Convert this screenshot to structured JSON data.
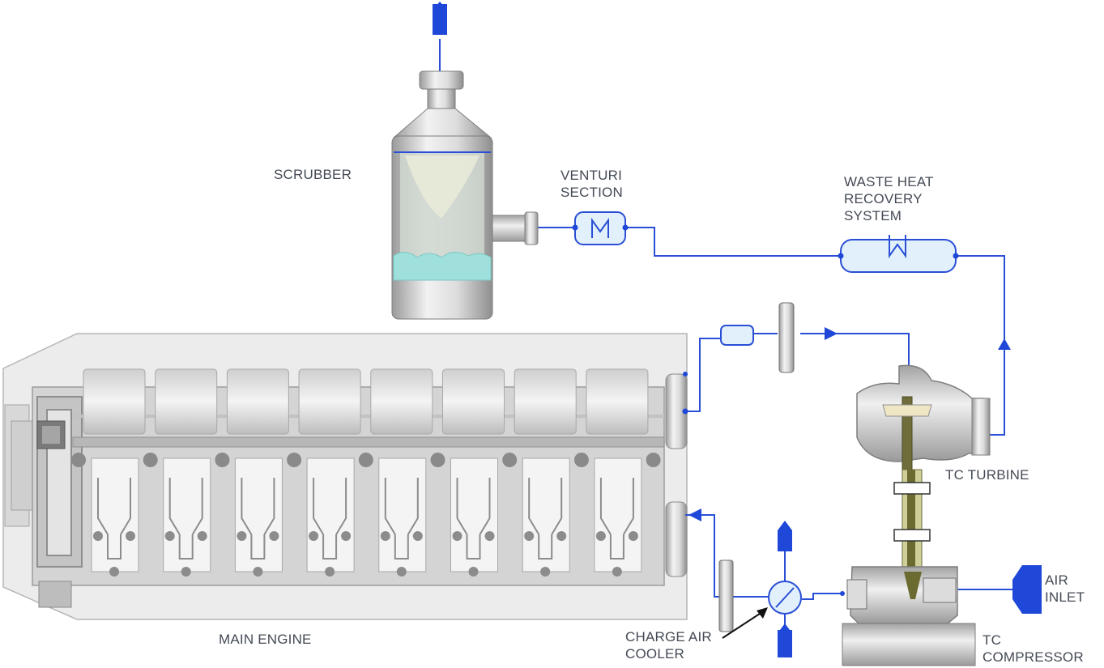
{
  "labels": {
    "scrubber": "SCRUBBER",
    "venturi": [
      "VENTURI",
      "SECTION"
    ],
    "whr": [
      "WASTE HEAT",
      "RECOVERY",
      "SYSTEM"
    ],
    "turbine": "TC TURBINE",
    "compressor": [
      "TC",
      "COMPRESSOR"
    ],
    "air_inlet": [
      "AIR",
      "INLET"
    ],
    "cooler": [
      "CHARGE AIR",
      "COOLER"
    ],
    "engine": "MAIN ENGINE"
  },
  "colors": {
    "pipe": "#2a4fd6",
    "flow_node": "#1f47d8",
    "metal_light": "#e6e6e6",
    "metal_mid": "#c9c9c9",
    "metal_dark": "#8c8c8c",
    "label": "#444a55",
    "scrubber_water": "#9fe0dc"
  }
}
